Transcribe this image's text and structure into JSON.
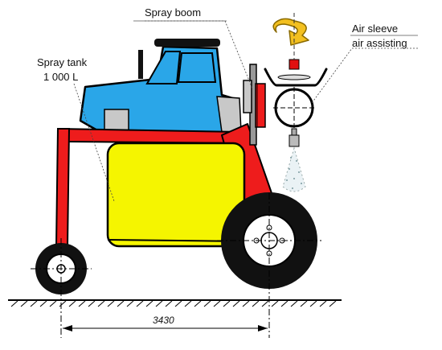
{
  "labels": {
    "spray_boom": "Spray boom",
    "spray_tank_line1": "Spray tank",
    "spray_tank_line2": "1 000 L",
    "air_sleeve_line1": "Air sleeve",
    "air_sleeve_line2": "air assisting"
  },
  "dimension": {
    "value": "3430"
  },
  "colors": {
    "cab": "#2aa6e8",
    "frame": "#ee1c1c",
    "tank": "#f5f500",
    "grey": "#c8c8c8",
    "arrow": "#f3c020",
    "nozzle": "#e01010"
  }
}
